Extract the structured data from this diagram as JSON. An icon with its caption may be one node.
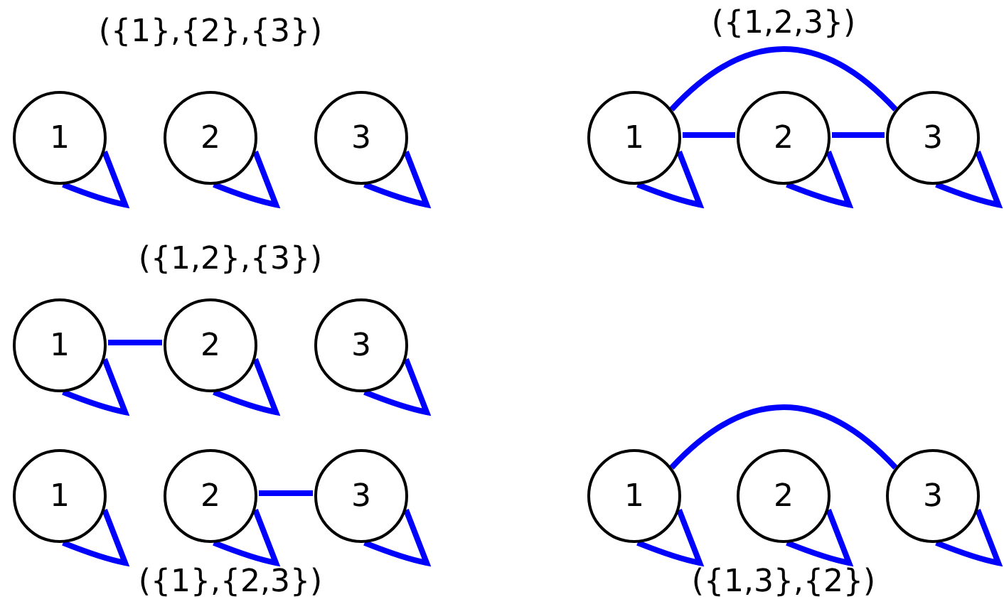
{
  "diagram": {
    "nodes": [
      {
        "text": [
          "1"
        ]
      },
      {
        "text": [
          "2"
        ]
      },
      {
        "text": [
          "3"
        ]
      },
      {
        "text": [
          "1"
        ]
      },
      {
        "text": [
          "2"
        ]
      },
      {
        "text": [
          "3"
        ]
      },
      {
        "text": [
          "1"
        ]
      },
      {
        "text": [
          "2"
        ]
      },
      {
        "text": [
          "3"
        ]
      },
      {
        "text": [
          "1"
        ]
      },
      {
        "text": [
          "2"
        ]
      },
      {
        "text": [
          "3"
        ]
      },
      {
        "text": [
          "1"
        ]
      },
      {
        "text": [
          "2"
        ]
      },
      {
        "text": [
          "3"
        ]
      }
    ],
    "edges": [
      {
        "from": 0,
        "to": 0,
        "arrow": "none",
        "color": "#0000ff"
      },
      {
        "from": 1,
        "to": 1,
        "arrow": "none",
        "color": "#0000ff"
      },
      {
        "from": 2,
        "to": 2,
        "arrow": "none",
        "color": "#0000ff"
      },
      {
        "from": 3,
        "to": 3,
        "arrow": "none",
        "color": "#0000ff"
      },
      {
        "from": 4,
        "to": 4,
        "arrow": "none",
        "color": "#0000ff"
      },
      {
        "from": 5,
        "to": 5,
        "arrow": "none",
        "color": "#0000ff"
      },
      {
        "from": 3,
        "to": 4,
        "arrow": "none",
        "color": "#0000ff"
      },
      {
        "from": 4,
        "to": 5,
        "arrow": "none",
        "color": "#0000ff"
      },
      {
        "from": 3,
        "to": 5,
        "arrow": "none",
        "color": "#0000ff"
      },
      {
        "from": 6,
        "to": 6,
        "arrow": "none",
        "color": "#0000ff"
      },
      {
        "from": 7,
        "to": 7,
        "arrow": "none",
        "color": "#0000ff"
      },
      {
        "from": 8,
        "to": 8,
        "arrow": "none",
        "color": "#0000ff"
      },
      {
        "from": 6,
        "to": 7,
        "arrow": "none",
        "color": "#0000ff"
      },
      {
        "from": 9,
        "to": 9,
        "arrow": "none",
        "color": "#0000ff"
      },
      {
        "from": 10,
        "to": 10,
        "arrow": "none",
        "color": "#0000ff"
      },
      {
        "from": 11,
        "to": 11,
        "arrow": "none",
        "color": "#0000ff"
      },
      {
        "from": 10,
        "to": 11,
        "arrow": "none",
        "color": "#0000ff"
      },
      {
        "from": 12,
        "to": 12,
        "arrow": "none",
        "color": "#0000ff"
      },
      {
        "from": 13,
        "to": 13,
        "arrow": "none",
        "color": "#0000ff"
      },
      {
        "from": 14,
        "to": 14,
        "arrow": "none",
        "color": "#0000ff"
      },
      {
        "from": 12,
        "to": 14,
        "arrow": "none",
        "color": "#0000ff"
      }
    ],
    "labels": [
      "({1},{2},{3})",
      "({1,2,3})",
      "({1,2},{3})",
      "({1},{2,3})",
      "({1,3},{2})"
    ]
  }
}
